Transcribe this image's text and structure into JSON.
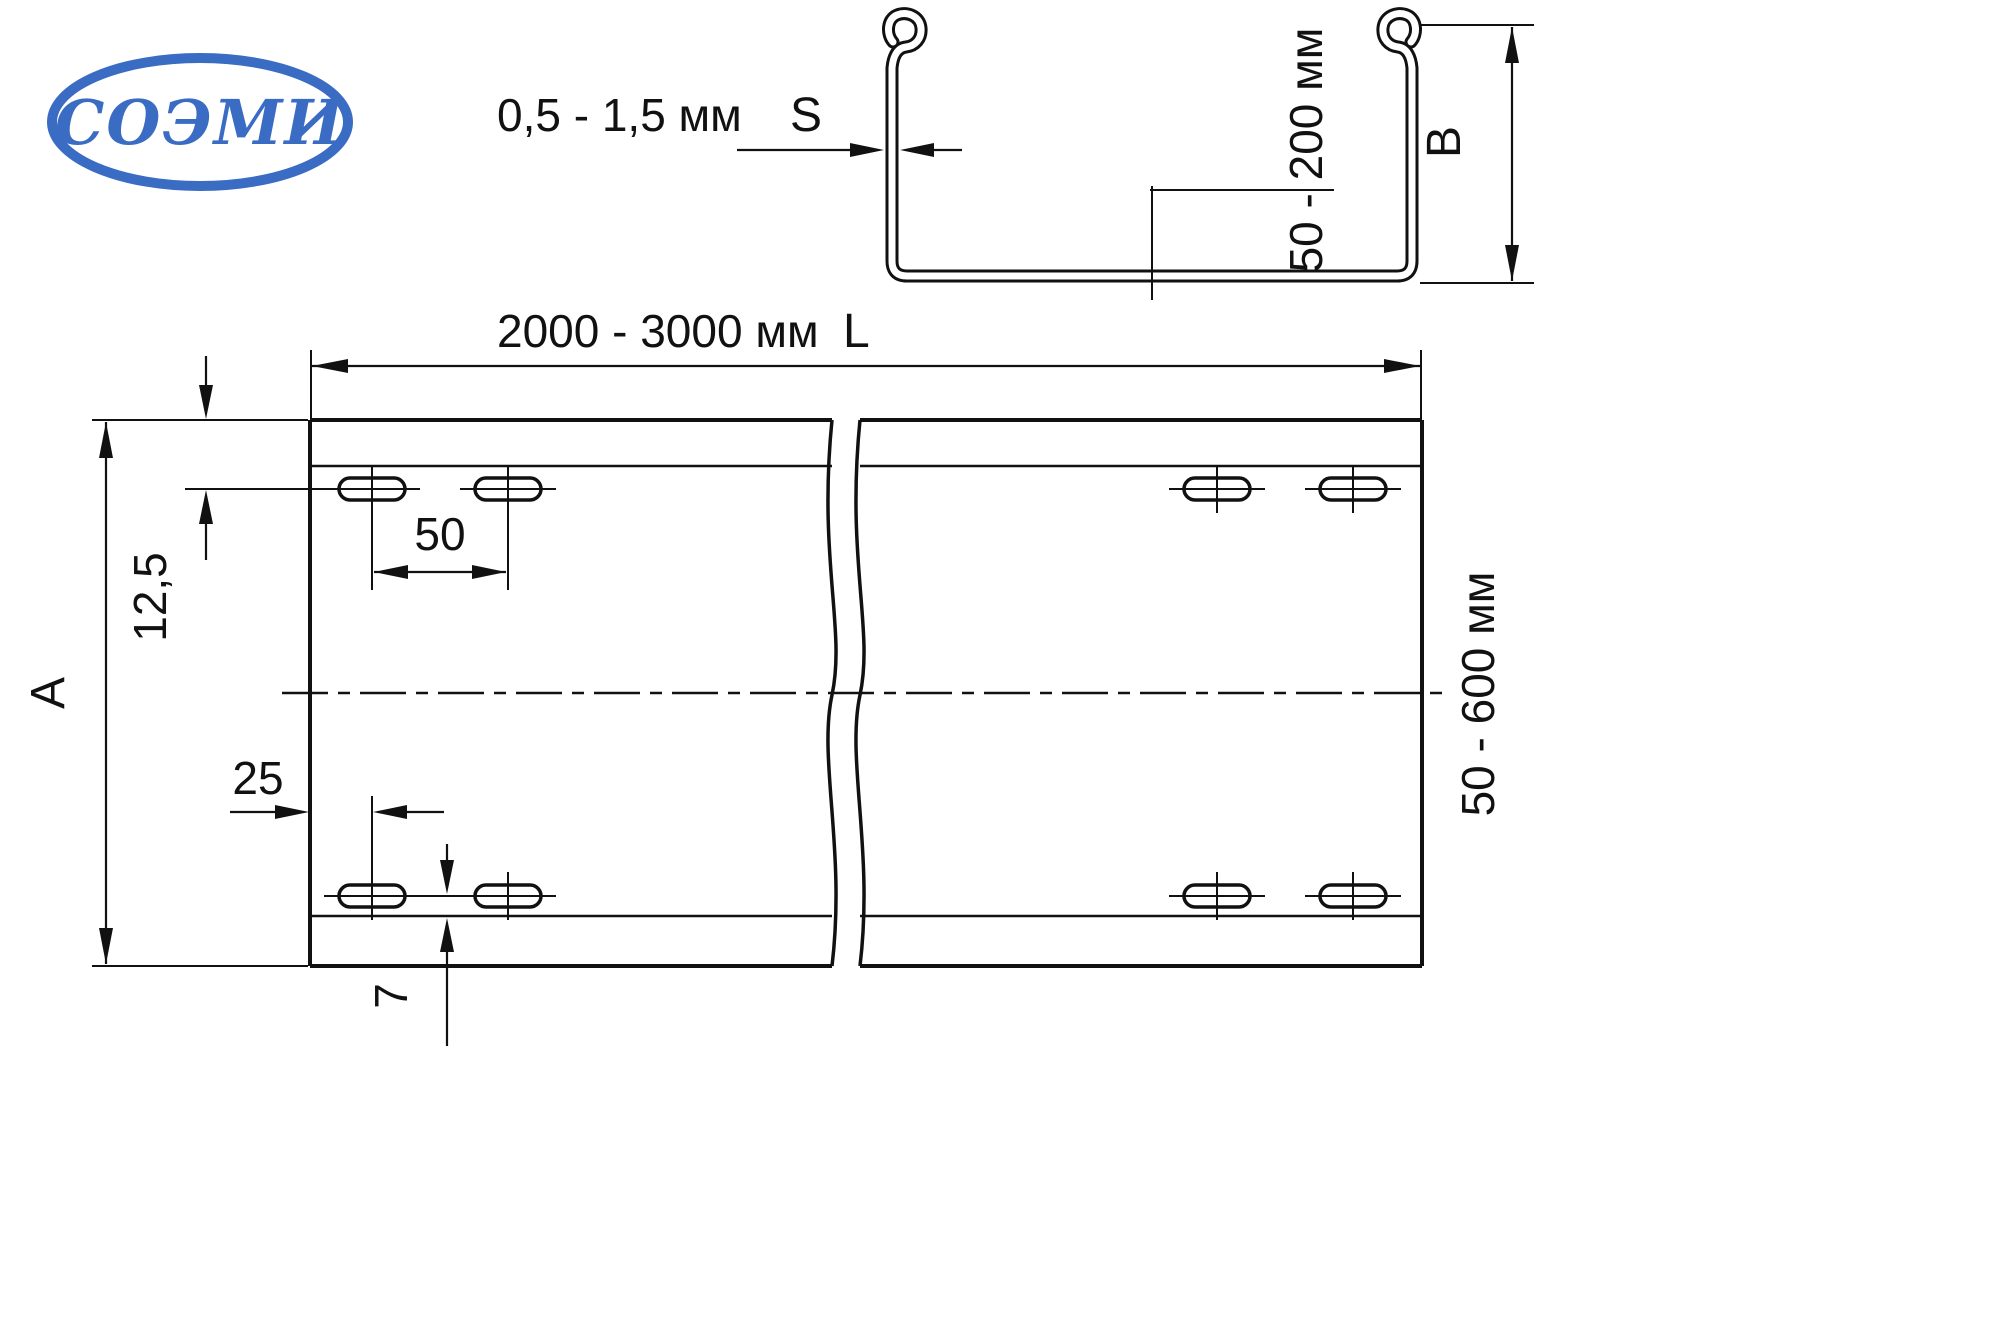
{
  "logo": {
    "text": "СОЭМИ"
  },
  "section": {
    "thickness_range": "0,5 - 1,5 мм",
    "thickness_symbol": "S",
    "height_range": "50 - 200 мм",
    "height_symbol": "B"
  },
  "plan": {
    "length_range": "2000 - 3000 мм",
    "length_symbol": "L",
    "width_symbol": "A",
    "width_range": "50 - 600 мм",
    "slot_row_offset": "12,5",
    "slot_pitch": "50",
    "slot_end_offset": "25",
    "slot_edge_offset": "7"
  },
  "colors": {
    "logo_blue": "#3a6cc4",
    "line": "#111111"
  }
}
